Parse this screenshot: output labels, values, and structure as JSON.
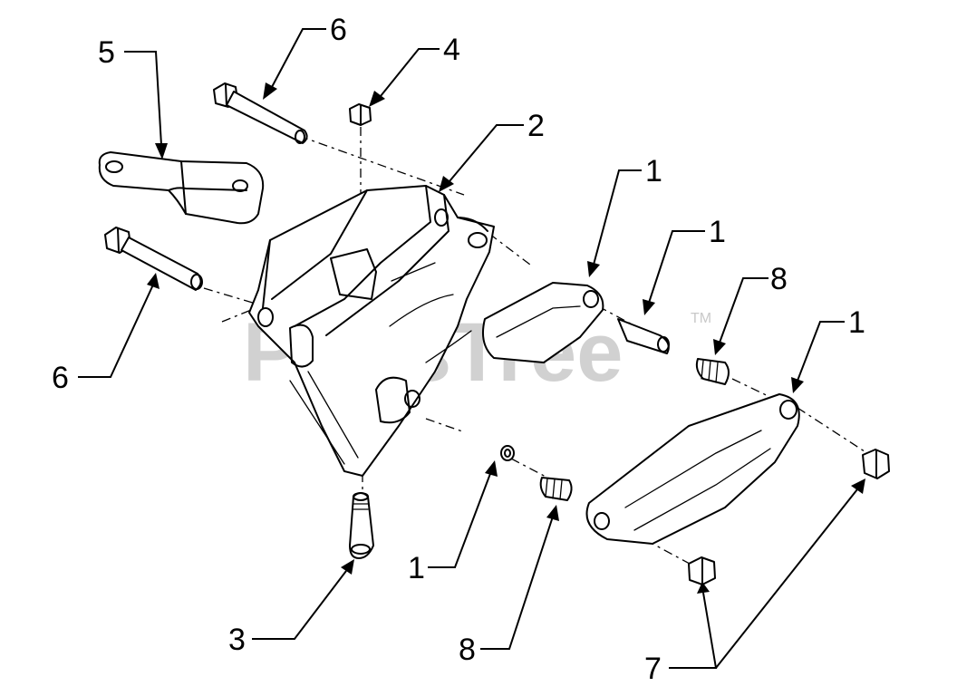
{
  "diagram": {
    "watermark": "PartsTree",
    "trademark": "TM",
    "callouts": [
      {
        "id": "c5",
        "label": "5"
      },
      {
        "id": "c6a",
        "label": "6"
      },
      {
        "id": "c4",
        "label": "4"
      },
      {
        "id": "c2",
        "label": "2"
      },
      {
        "id": "c1a",
        "label": "1"
      },
      {
        "id": "c1b",
        "label": "1"
      },
      {
        "id": "c8a",
        "label": "8"
      },
      {
        "id": "c1c",
        "label": "1"
      },
      {
        "id": "c6b",
        "label": "6"
      },
      {
        "id": "c1d",
        "label": "1"
      },
      {
        "id": "c8b",
        "label": "8"
      },
      {
        "id": "c3",
        "label": "3"
      },
      {
        "id": "c7",
        "label": "7"
      }
    ]
  }
}
